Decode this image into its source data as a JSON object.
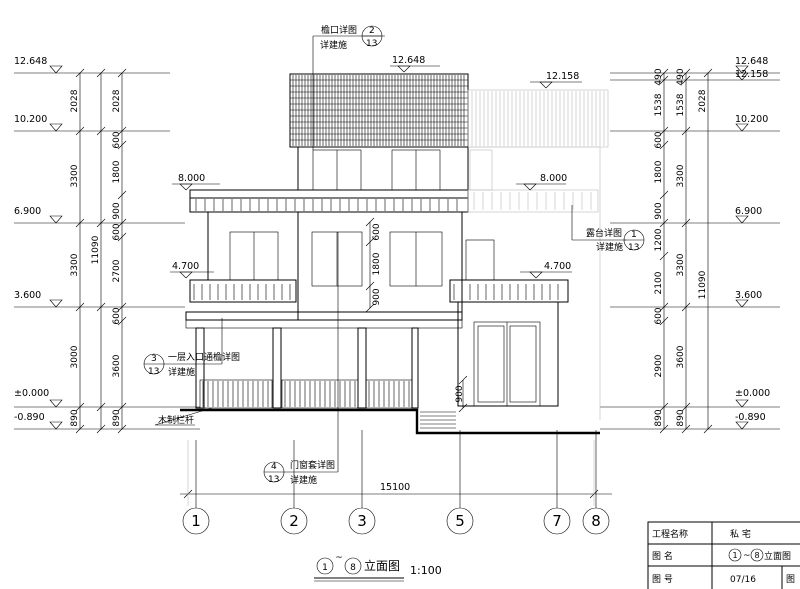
{
  "levels_left": [
    {
      "key": "l12648",
      "label": "12.648"
    },
    {
      "key": "l10200",
      "label": "10.200"
    },
    {
      "key": "l6900",
      "label": "6.900"
    },
    {
      "key": "l3600",
      "label": "3.600"
    },
    {
      "key": "l0",
      "label": "±0.000"
    },
    {
      "key": "l_890",
      "label": "-0.890"
    }
  ],
  "levels_right": [
    {
      "key": "r12648",
      "label": "12.648"
    },
    {
      "key": "r12158",
      "label": "12.158"
    },
    {
      "key": "r10200",
      "label": "10.200"
    },
    {
      "key": "r6900",
      "label": "6.900"
    },
    {
      "key": "r3600",
      "label": "3.600"
    },
    {
      "key": "r0",
      "label": "±0.000"
    },
    {
      "key": "r_890",
      "label": "-0.890"
    }
  ],
  "building_levels": {
    "roof_main": "12.648",
    "roof_right": "12.158",
    "balcony_left": "8.000",
    "balcony_right": "8.000",
    "canopy_left": "4.700",
    "canopy_right": "4.700"
  },
  "dims_left_outer": [
    "2028",
    "3300",
    "3300",
    "3000",
    "890"
  ],
  "dims_left_inner": [
    "2028",
    "600",
    "1800",
    "900",
    "600",
    "2700",
    "600",
    "3600",
    "890"
  ],
  "dims_left_total": "11090",
  "dims_right_outer": [
    "490",
    "1538",
    "600",
    "1800",
    "900",
    "1200",
    "2100",
    "600",
    "2900",
    "890"
  ],
  "dims_right_inner": [
    "490",
    "1538",
    "2028",
    "3300",
    "3300",
    "3600",
    "890"
  ],
  "dims_right_total": "11090",
  "dims_window": [
    "600",
    "1800",
    "900"
  ],
  "dim_door": "900",
  "dim_total_width": "15100",
  "callouts": [
    {
      "key": "eaves",
      "title": "檐口详图",
      "number": "2",
      "sheet": "13",
      "sub": "详建施"
    },
    {
      "key": "terrace",
      "title": "露台详图",
      "number": "1",
      "sheet": "13",
      "sub": "详建施"
    },
    {
      "key": "entrance",
      "title": "一层入口通檐详图",
      "number": "3",
      "sheet": "13",
      "sub": "详建施"
    },
    {
      "key": "window",
      "title": "门窗套详图",
      "number": "4",
      "sheet": "13",
      "sub": "详建施"
    }
  ],
  "railing_label": "木制栏杆",
  "axes": [
    "1",
    "2",
    "3",
    "5",
    "7",
    "8"
  ],
  "drawing_title": {
    "from": "1",
    "tilde": "~",
    "to": "8",
    "name": "立面图",
    "scale": "1:100"
  },
  "title_block": {
    "project_label": "工程名称",
    "project_value": "私  宅",
    "drawing_label": "图    名",
    "drawing_value_from": "1",
    "drawing_value_tilde": "~",
    "drawing_value_to": "8",
    "drawing_value_name": "立面图",
    "number_label": "图    号",
    "number_value": "07/16",
    "extra": "图"
  }
}
